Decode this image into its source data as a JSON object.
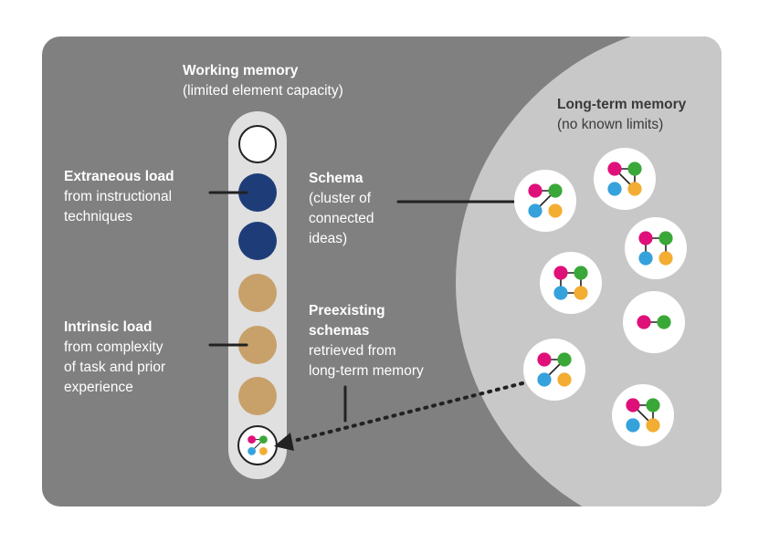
{
  "working_memory": {
    "title": "Working memory",
    "subtitle": "(limited element capacity)"
  },
  "long_term_memory": {
    "title": "Long-term memory",
    "subtitle": "(no known limits)"
  },
  "labels": {
    "extraneous": {
      "title": "Extraneous load",
      "line1": "from instructional",
      "line2": "techniques"
    },
    "intrinsic": {
      "title": "Intrinsic load",
      "line1": "from complexity",
      "line2": "of task and prior",
      "line3": "experience"
    },
    "schema": {
      "title": "Schema",
      "line1": "(cluster of",
      "line2": "connected",
      "line3": "ideas)"
    },
    "preexisting": {
      "title1": "Preexisting",
      "title2": "schemas",
      "line1": "retrieved from",
      "line2": "long-term memory"
    }
  },
  "slots": [
    "empty",
    "extraneous",
    "extraneous",
    "intrinsic",
    "intrinsic",
    "intrinsic",
    "schema"
  ],
  "colors": {
    "panel_bg": "#808080",
    "long_term_bg": "#c8c8c8",
    "column_bg": "#e0e0e0",
    "extraneous": "#1e3d78",
    "intrinsic": "#c8a06a",
    "node_pink": "#e0107a",
    "node_green": "#3aa838",
    "node_blue": "#35a2dc",
    "node_orange": "#f3ad33"
  }
}
